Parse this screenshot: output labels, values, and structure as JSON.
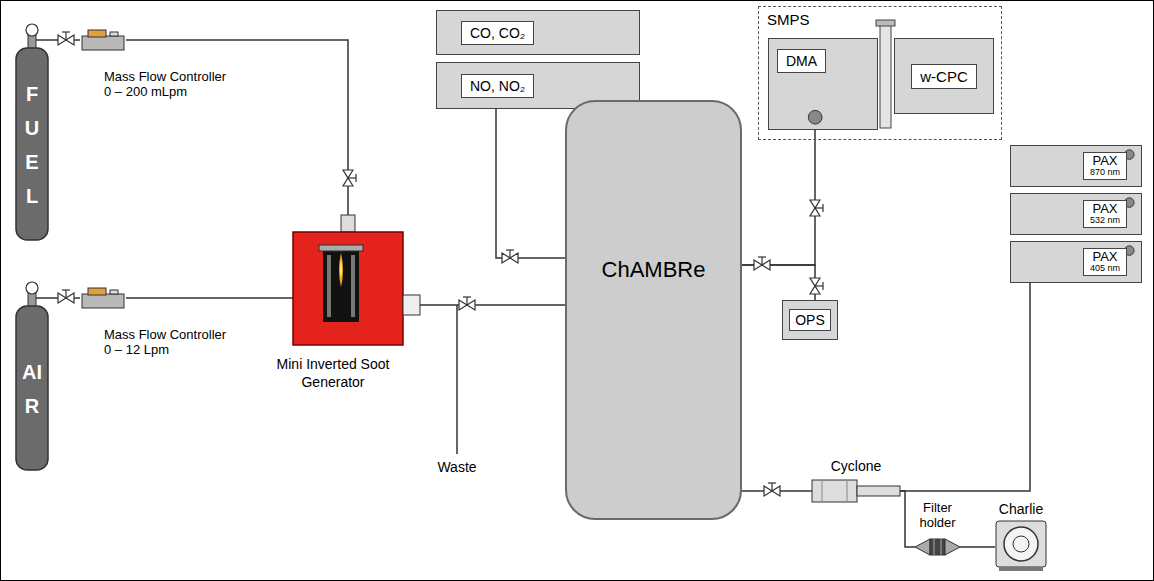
{
  "diagram": {
    "nodes": [
      {
        "text": [
          "FUEL"
        ]
      },
      {
        "text": [
          "Mass Flow Controller 0 – 200 mLpm"
        ]
      },
      {
        "text": [
          "AIR"
        ]
      },
      {
        "text": [
          "Mass Flow Controller 0 – 12 Lpm"
        ]
      },
      {
        "text": [
          "Mini Inverted Soot Generator"
        ]
      },
      {
        "text": [
          "CO, CO₂"
        ]
      },
      {
        "text": [
          "NO, NO₂"
        ]
      },
      {
        "text": [
          "ChAMBRe"
        ]
      },
      {
        "text": [
          "SMPS"
        ]
      },
      {
        "text": [
          "DMA"
        ],
        "in": 8
      },
      {
        "text": [
          "w-CPC"
        ],
        "in": 8
      },
      {
        "text": [
          "OPS"
        ]
      },
      {
        "text": [
          "PAX",
          "870 nm"
        ]
      },
      {
        "text": [
          "PAX",
          "532 nm"
        ]
      },
      {
        "text": [
          "PAX",
          "405 nm"
        ]
      },
      {
        "text": [
          "Cyclone"
        ]
      },
      {
        "text": [
          "Filter holder"
        ]
      },
      {
        "text": [
          "Charlie"
        ]
      }
    ],
    "edges": [
      {
        "from": 0,
        "to": 1,
        "arrow": "none"
      },
      {
        "from": 1,
        "to": 4,
        "arrow": "none"
      },
      {
        "from": 2,
        "to": 3,
        "arrow": "none"
      },
      {
        "from": 3,
        "to": 4,
        "arrow": "none"
      },
      {
        "from": 4,
        "to": 7,
        "arrow": "none"
      },
      {
        "from": 6,
        "to": 7,
        "arrow": "none"
      },
      {
        "from": 7,
        "to": 9,
        "arrow": "none"
      },
      {
        "from": 7,
        "to": 11,
        "arrow": "none"
      },
      {
        "from": 7,
        "to": 15,
        "arrow": "none"
      },
      {
        "from": 15,
        "to": 14,
        "arrow": "none"
      },
      {
        "from": 15,
        "to": 16,
        "arrow": "none"
      },
      {
        "from": 16,
        "to": 17,
        "arrow": "none"
      }
    ],
    "labels": [
      "Waste"
    ]
  }
}
